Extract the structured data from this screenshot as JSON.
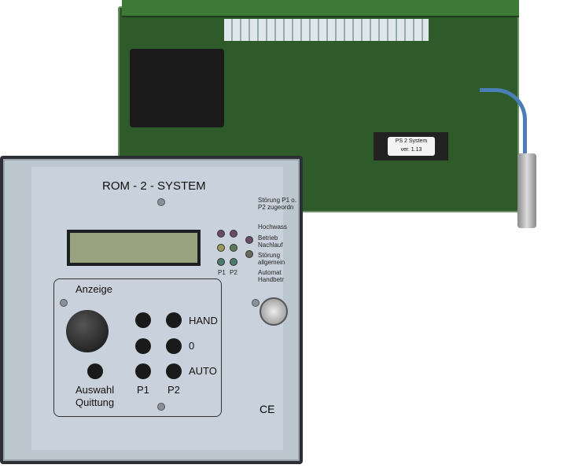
{
  "pcb": {
    "chip_label_line1": "PS 2 System",
    "chip_label_line2": "ver. 1.13"
  },
  "panel": {
    "title": "ROM - 2 - SYSTEM",
    "indicators": [
      "Störung P1 o. P2 zugeordn",
      "Hochwass",
      "Betrieb Nachlauf",
      "Störung allgemein",
      "Automat Handbetr"
    ],
    "led_columns": [
      "P1",
      "P2"
    ],
    "display_label": "Anzeige",
    "knob_label_1": "Auswahl",
    "knob_label_2": "Quittung",
    "mode_labels": [
      "HAND",
      "0",
      "AUTO"
    ],
    "key_columns": [
      "P1",
      "P2"
    ],
    "ce_mark": "CE"
  },
  "colors": {
    "pcb": "#2f5a2a",
    "panel": "#c9d2dc",
    "case": "#2c2f33",
    "cable": "#4a7fb5"
  }
}
